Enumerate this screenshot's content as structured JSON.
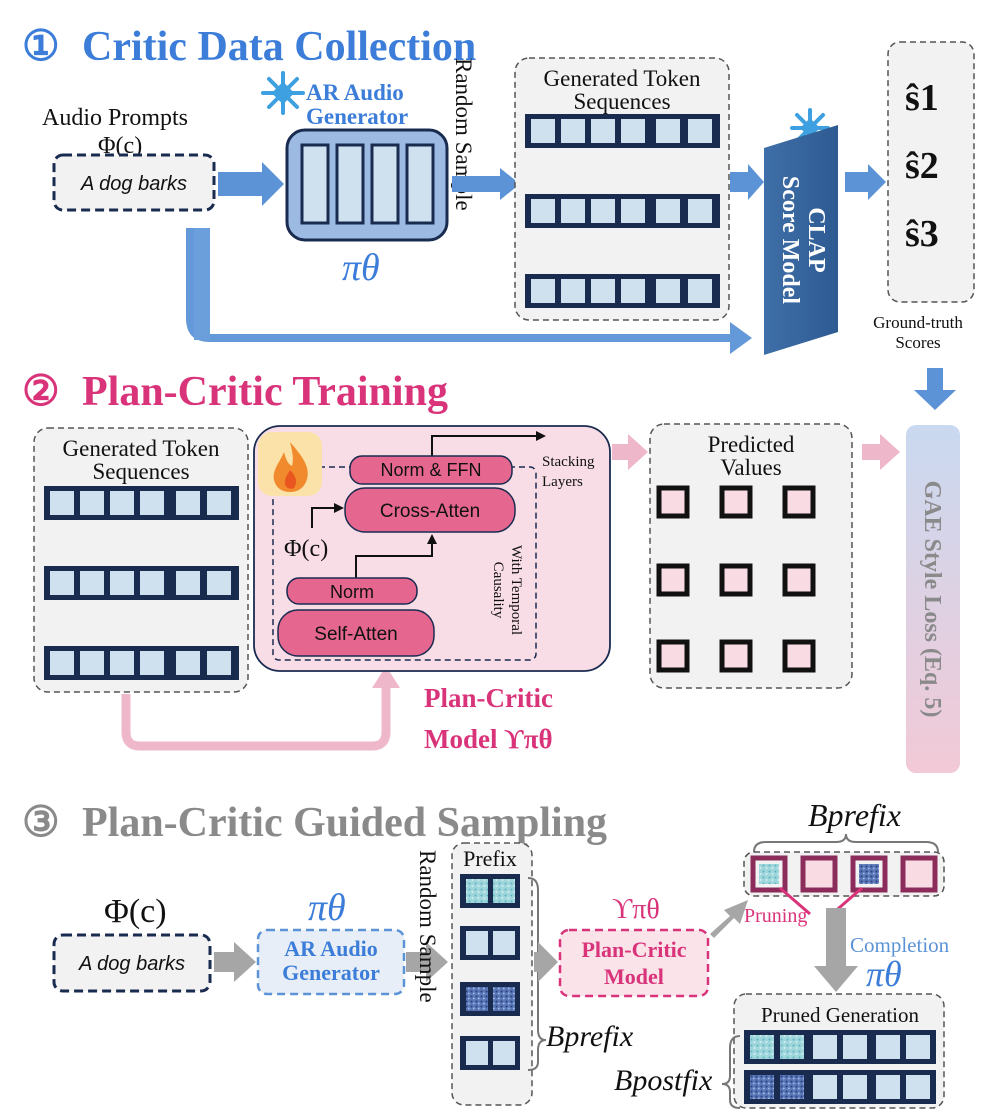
{
  "section1": {
    "circle_num": "①",
    "title": "Critic Data Collection",
    "audio_prompts_label": "Audio Prompts",
    "phi_c": "Φ(c)",
    "prompt_text": "A dog barks",
    "generator_line1": "AR Audio",
    "generator_line2": "Generator",
    "pi_theta": "πθ",
    "random_sample": "Random Sample",
    "gen_seq_line1": "Generated Token",
    "gen_seq_line2": "Sequences",
    "clap_line1": "CLAP",
    "clap_line2": "Score Model",
    "scores": [
      "ŝ1",
      "ŝ2",
      "ŝ3"
    ],
    "ground_truth_line1": "Ground-truth",
    "ground_truth_line2": "Scores"
  },
  "section2": {
    "circle_num": "②",
    "title": "Plan-Critic Training",
    "gen_seq_line1": "Generated Token",
    "gen_seq_line2": "Sequences",
    "norm_ffn": "Norm & FFN",
    "cross_atten": "Cross-Atten",
    "phi_c": "Φ(c)",
    "norm": "Norm",
    "self_atten": "Self-Atten",
    "stacking_line1": "Stacking",
    "stacking_line2": "Layers",
    "temporal_line1": "With Temporal",
    "temporal_line2": "Causality",
    "model_line1": "Plan-Critic",
    "model_line2": "Model ϒπθ",
    "predicted_line1": "Predicted",
    "predicted_line2": "Values",
    "loss": "GAE Style Loss (Eq. 5)"
  },
  "section3": {
    "circle_num": "③",
    "title": "Plan-Critic Guided Sampling",
    "phi_c": "Φ(c)",
    "prompt_text": "A dog barks",
    "pi_theta": "πθ",
    "generator_line1": "AR Audio",
    "generator_line2": "Generator",
    "random_sample": "Random Sample",
    "prefix": "Prefix",
    "upsilon": "ϒπθ",
    "critic_line1": "Plan-Critic",
    "critic_line2": "Model",
    "b_prefix_top": "Bprefix",
    "pruning": "Pruning",
    "completion": "Completion",
    "pi_theta2": "πθ",
    "pruned_generation": "Pruned Generation",
    "b_prefix_side": "Bprefix",
    "b_postfix": "Bpostfix"
  },
  "colors": {
    "blue_title": "#3b7dd8",
    "pink_title": "#d9337a",
    "gray_title": "#8a8a8a",
    "arrow_blue": "#5b93d6",
    "arrow_pink": "#e8a0b8",
    "arrow_gray": "#a6a6a6",
    "navy": "#1a2b50",
    "token_fill": "#cfe0ef",
    "panel_pink": "#f8dde6",
    "block_pink": "#e5678f"
  },
  "icons": [
    "snowflake-icon",
    "flame-icon"
  ]
}
